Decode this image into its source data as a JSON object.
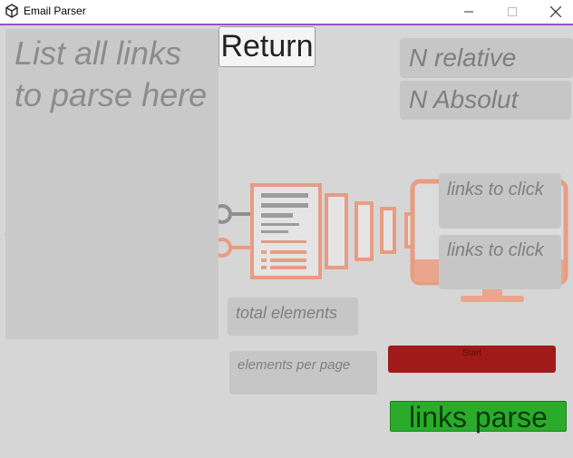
{
  "window": {
    "title": "Email Parser",
    "minimize_glyph": "—",
    "maximize_glyph": "☐",
    "close_glyph": "✕"
  },
  "links_input": {
    "placeholder": "List all links to parse here"
  },
  "buttons": {
    "return": "Return",
    "start": "Start",
    "links_parse": "links parse"
  },
  "fields": {
    "n_relative": "N relative",
    "n_absolut": "N Absolut",
    "links_to_click_1": "links to click",
    "links_to_click_2": "links to click",
    "total_elements": "total elements",
    "elements_per_page": "elements per page"
  },
  "colors": {
    "accent_border": "#9b4fc4",
    "illustration": "#e89c82",
    "start_button": "#a01a1a",
    "parse_button": "#2aac2a"
  },
  "icons": [
    "unity-icon",
    "envelope-icon",
    "document-icon",
    "monitor-icon"
  ]
}
